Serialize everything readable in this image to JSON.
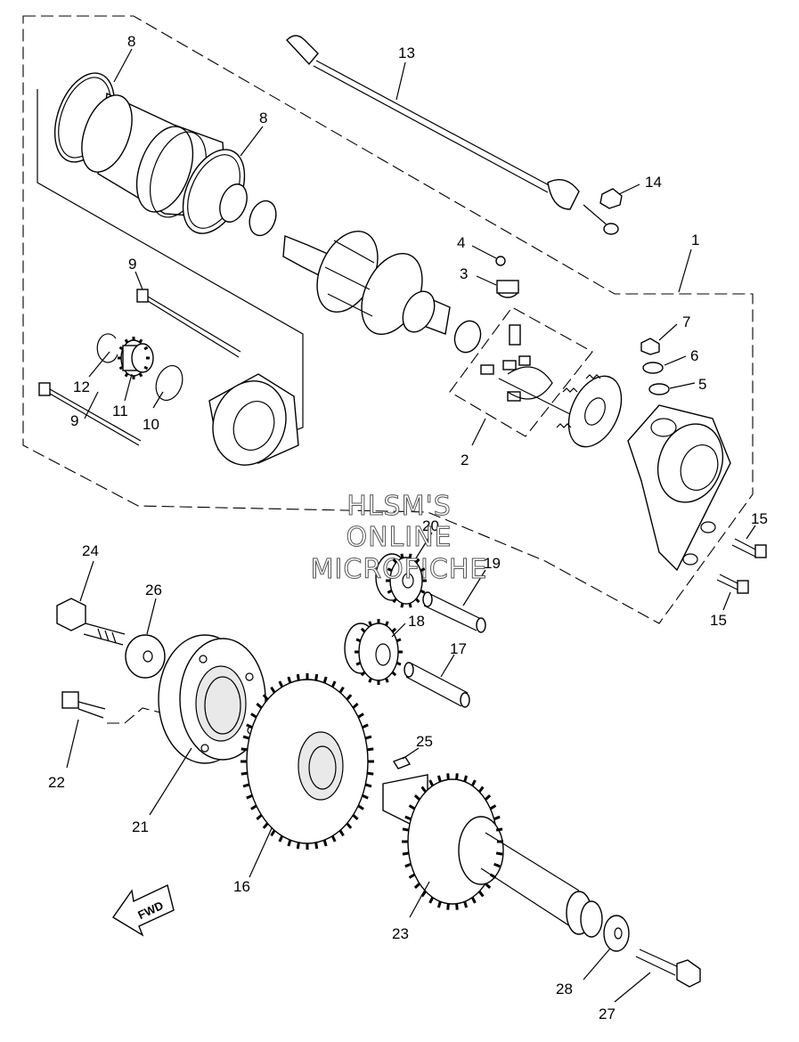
{
  "diagram": {
    "watermark": [
      "HLSM'S",
      "ONLINE",
      "MICROFICHE"
    ],
    "direction_label": "FWD",
    "callouts": [
      "1",
      "2",
      "3",
      "4",
      "5",
      "6",
      "7",
      "8",
      "8",
      "9",
      "9",
      "10",
      "11",
      "12",
      "13",
      "14",
      "15",
      "15",
      "16",
      "17",
      "18",
      "19",
      "20",
      "21",
      "22",
      "23",
      "24",
      "25",
      "26",
      "27",
      "28"
    ]
  }
}
